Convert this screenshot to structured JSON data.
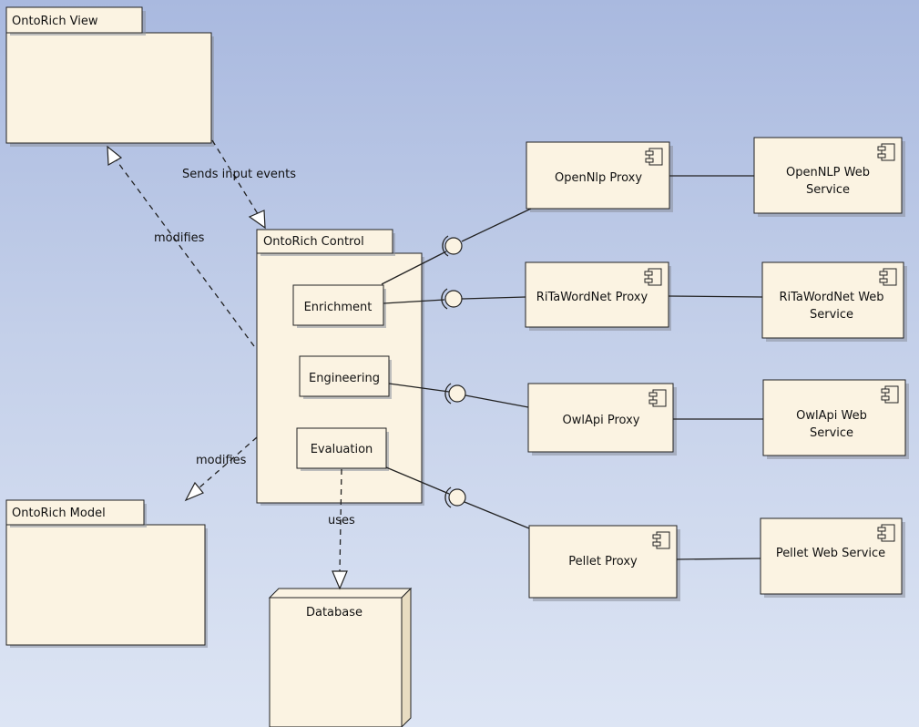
{
  "packages": {
    "view": "OntoRich View",
    "control": "OntoRich Control",
    "model": "OntoRich Model"
  },
  "control_parts": {
    "enrichment": "Enrichment",
    "engineering": "Engineering",
    "evaluation": "Evaluation"
  },
  "proxies": {
    "opennlp": "OpenNlp Proxy",
    "ritawordnet": "RiTaWordNet Proxy",
    "owlapi": "OwlApi Proxy",
    "pellet": "Pellet Proxy"
  },
  "services": {
    "opennlp": [
      "OpenNLP Web",
      "Service"
    ],
    "ritawordnet": [
      "RiTaWordNet Web",
      "Service"
    ],
    "owlapi": [
      "OwlApi Web",
      "Service"
    ],
    "pellet": "Pellet Web Service"
  },
  "database": "Database",
  "edge_labels": {
    "sends_input": "Sends input events",
    "modifies_view": "modifies",
    "modifies_model": "modifies",
    "uses": "uses"
  },
  "colors": {
    "node_fill": "#fbf3e2",
    "stroke": "#222222",
    "background_top": "#a9b9df",
    "background_bottom": "#dde5f4"
  },
  "icons": {
    "component": "component-icon",
    "interface": "lollipop-socket-icon"
  }
}
